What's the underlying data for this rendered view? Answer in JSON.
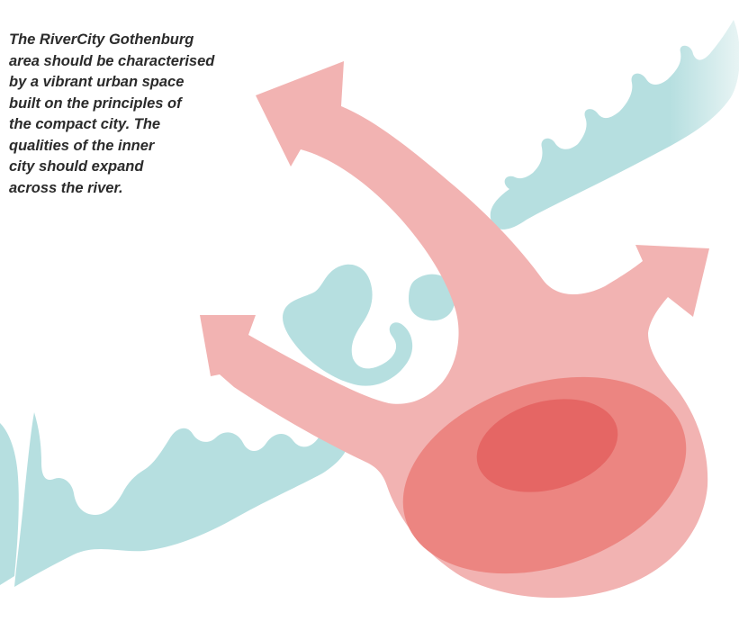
{
  "caption": {
    "lines": [
      "The RiverCity Gothenburg",
      "area should be characterised",
      "by a vibrant urban space",
      "built on the principles of",
      "the compact city. The",
      "qualities of the inner",
      "city should expand",
      "across the river."
    ]
  },
  "colors": {
    "water": "#b6dfe0",
    "arrow": "#f2b3b2",
    "core_outer": "#ec8581",
    "core_inner": "#e56664",
    "text": "#2b2b2b",
    "background": "#ffffff"
  }
}
